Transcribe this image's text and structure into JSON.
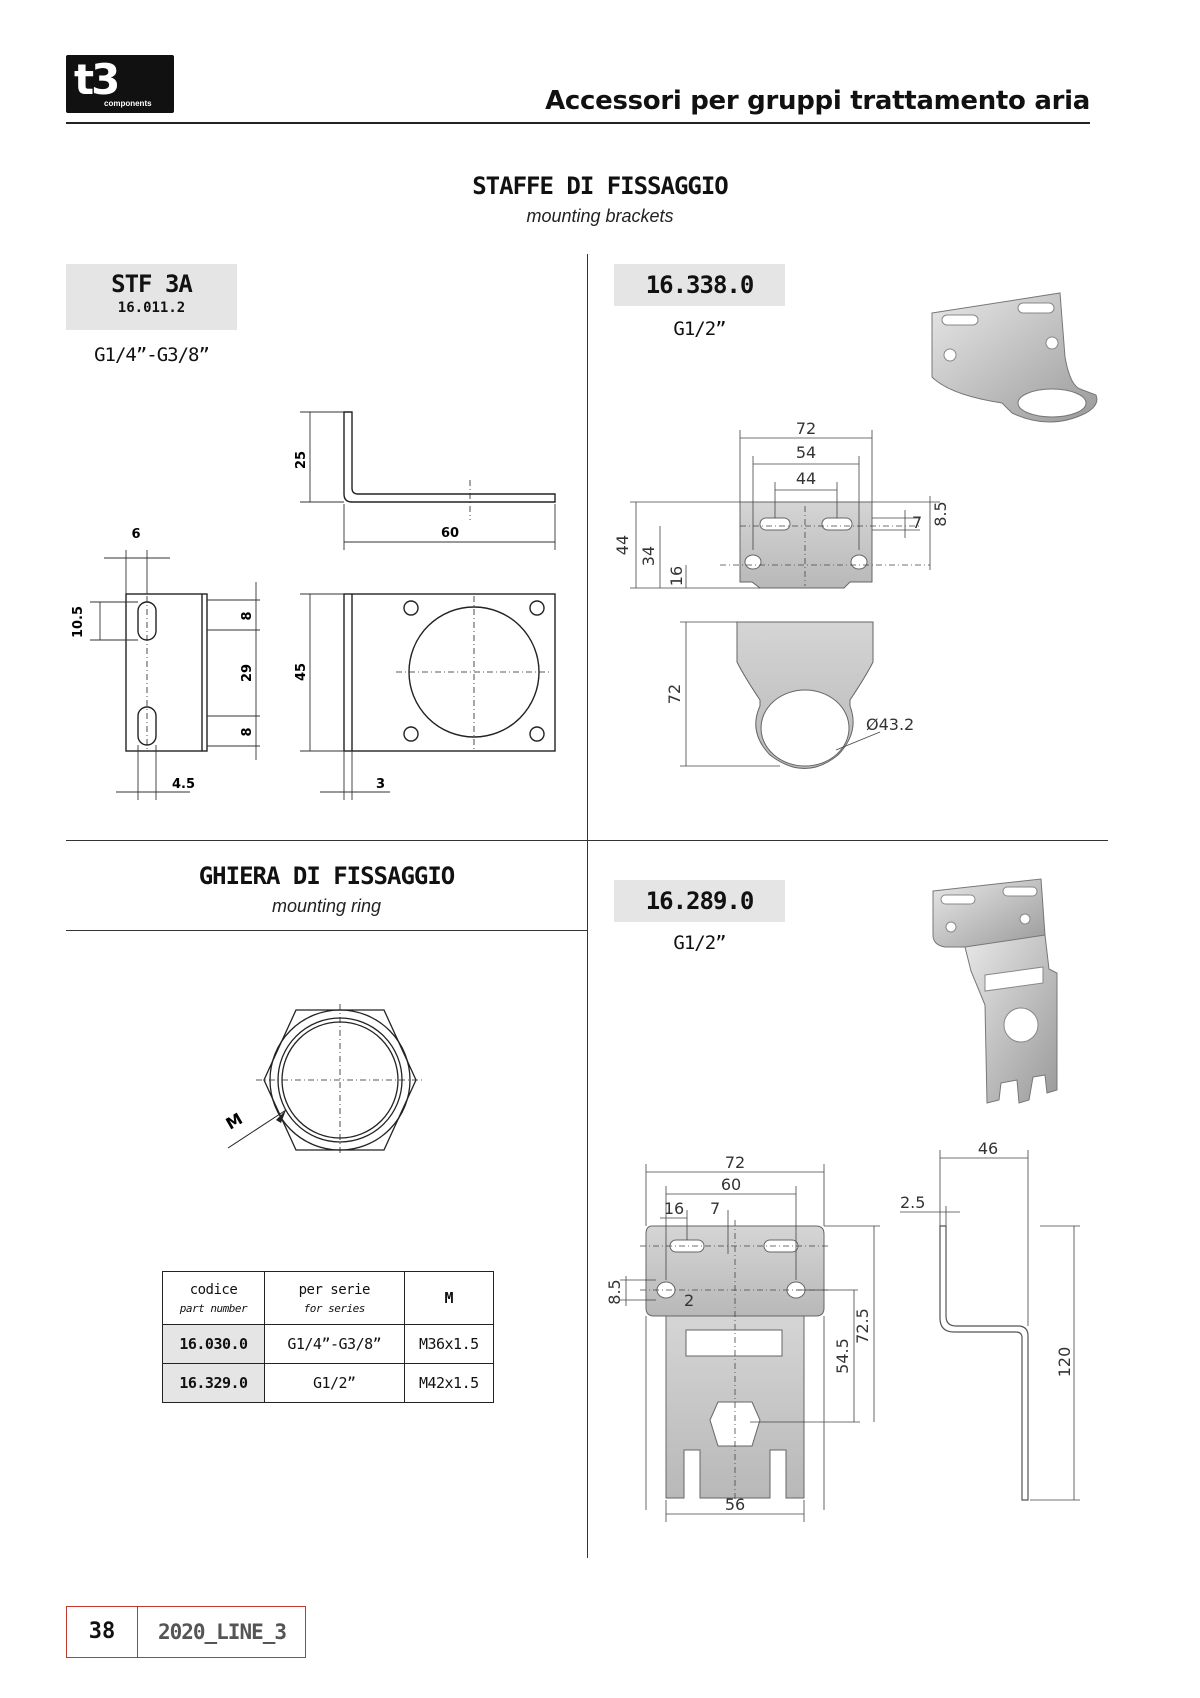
{
  "header": {
    "logo_main": "t3",
    "logo_sub": "components",
    "title": "Accessori per gruppi trattamento aria"
  },
  "brackets_section": {
    "title": "STAFFE DI FISSAGGIO",
    "subtitle": "mounting brackets"
  },
  "stf3a": {
    "code": "STF 3A",
    "sub_code": "16.011.2",
    "thread": "G1/4”-G3/8”",
    "dims": {
      "d25": "25",
      "d60": "60",
      "d6": "6",
      "d10_5": "10.5",
      "d8a": "8",
      "d29": "29",
      "d8b": "8",
      "d45": "45",
      "d4_5": "4.5",
      "d3": "3"
    }
  },
  "b16338": {
    "code": "16.338.0",
    "thread": "G1/2”",
    "dims": {
      "d72": "72",
      "d54": "54",
      "d44": "44",
      "d7": "7",
      "d8_5": "8.5",
      "d44v": "44",
      "d34": "34",
      "d16": "16",
      "d72v": "72",
      "phi": "Ø43.2"
    }
  },
  "ring_section": {
    "title": "GHIERA DI FISSAGGIO",
    "subtitle": "mounting ring",
    "label_m": "M"
  },
  "ring_table": {
    "headers": [
      {
        "it": "codice",
        "en": "part number"
      },
      {
        "it": "per serie",
        "en": "for series"
      },
      {
        "it": "M",
        "en": ""
      }
    ],
    "rows": [
      {
        "code": "16.030.0",
        "series": "G1/4”-G3/8”",
        "m": "M36x1.5"
      },
      {
        "code": "16.329.0",
        "series": "G1/2”",
        "m": "M42x1.5"
      }
    ]
  },
  "b16289": {
    "code": "16.289.0",
    "thread": "G1/2”",
    "dims": {
      "d72": "72",
      "d60": "60",
      "d16": "16",
      "d7": "7",
      "d8_5": "8.5",
      "d2": "2",
      "d54_5": "54.5",
      "d72_5": "72.5",
      "d56": "56",
      "d46": "46",
      "d2_5": "2.5",
      "d120": "120"
    }
  },
  "footer": {
    "page_number": "38",
    "catalog": "2020_LINE_3"
  }
}
